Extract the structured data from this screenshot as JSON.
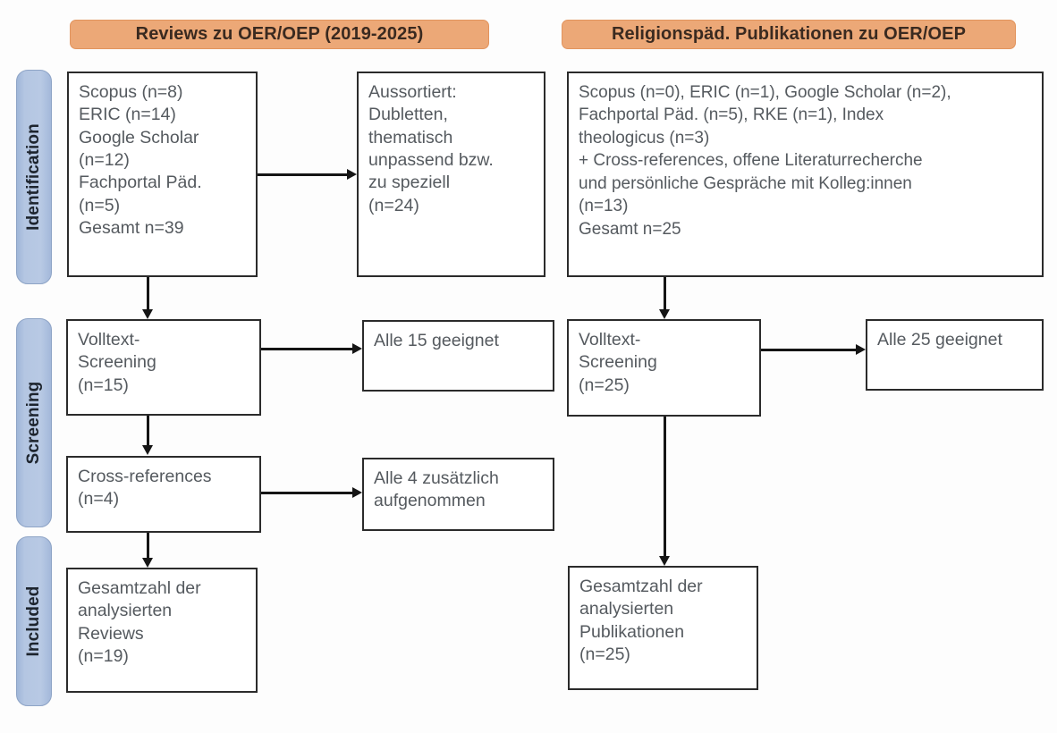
{
  "figure": {
    "type": "prisma-flow-diagram",
    "accent_orange": "#eca877",
    "stage_blue": "#b4c6e2",
    "box_border": "#2b2b2b"
  },
  "stages": [
    {
      "key": "identification",
      "label": "Identification"
    },
    {
      "key": "screening",
      "label": "Screening"
    },
    {
      "key": "included",
      "label": "Included"
    }
  ],
  "columns": [
    {
      "key": "reviews",
      "header": "Reviews zu OER/OEP (2019-2025)"
    },
    {
      "key": "religionspaed",
      "header": "Religionspäd. Publikationen zu OER/OEP"
    }
  ],
  "boxes": {
    "left_identification_sources": "Scopus (n=8)\nERIC (n=14)\nGoogle Scholar\n(n=12)\nFachportal Päd.\n(n=5)\nGesamt n=39",
    "left_identification_excluded": "Aussortiert:\nDubletten,\nthematisch\nunpassend bzw.\nzu speziell\n(n=24)",
    "left_screening_fulltext": "Volltext-\nScreening\n(n=15)",
    "left_screening_fulltext_result": "Alle 15 geeignet",
    "left_screening_crossrefs": "Cross-references\n(n=4)",
    "left_screening_crossrefs_result": "Alle 4 zusätzlich\naufgenommen",
    "left_included_total": "Gesamtzahl der\nanalysierten\nReviews\n(n=19)",
    "right_identification_sources": "Scopus (n=0), ERIC (n=1), Google Scholar (n=2),\nFachportal Päd. (n=5), RKE (n=1), Index\ntheologicus (n=3)\n+ Cross-references, offene Literaturrecherche\nund persönliche Gespräche mit Kolleg:innen\n(n=13)\nGesamt n=25",
    "right_screening_fulltext": "Volltext-\nScreening\n(n=25)",
    "right_screening_fulltext_result": "Alle 25 geeignet",
    "right_included_total": "Gesamtzahl der\nanalysierten\nPublikationen\n(n=25)"
  },
  "counts": {
    "left_scopus": 8,
    "left_eric": 14,
    "left_google_scholar": 12,
    "left_fachportal": 5,
    "left_gesamt": 39,
    "left_excluded": 24,
    "left_fulltext_screening": 15,
    "left_crossrefs": 4,
    "left_included": 19,
    "right_scopus": 0,
    "right_eric": 1,
    "right_google_scholar": 2,
    "right_fachportal": 5,
    "right_rke": 1,
    "right_index_theologicus": 3,
    "right_additional": 13,
    "right_gesamt": 25,
    "right_fulltext_screening": 25,
    "right_included": 25
  }
}
